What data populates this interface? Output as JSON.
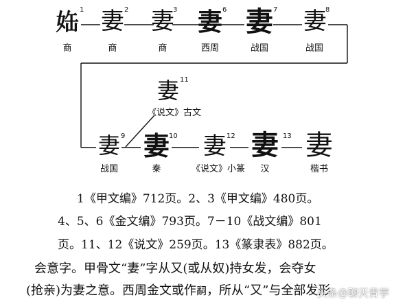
{
  "diagram": {
    "top_row": [
      {
        "num": "1",
        "glyph": "𡜊",
        "label": "商"
      },
      {
        "num": "2",
        "glyph": "妻",
        "label": "商"
      },
      {
        "num": "3",
        "glyph": "妻",
        "label": "商"
      },
      {
        "num": "6",
        "glyph": "妻",
        "label": "西周"
      },
      {
        "num": "7",
        "glyph": "妻",
        "label": "战国"
      },
      {
        "num": "8",
        "glyph": "妻",
        "label": "战国"
      }
    ],
    "middle": {
      "num": "11",
      "glyph": "妻",
      "label": "《说文》古文"
    },
    "bottom_row": [
      {
        "num": "9",
        "glyph": "妻",
        "label": "战国"
      },
      {
        "num": "10",
        "glyph": "妻",
        "label": "秦"
      },
      {
        "num": "12",
        "glyph": "妻",
        "label": "《说文》小篆"
      },
      {
        "num": "13",
        "glyph": "妻",
        "label": "汉"
      },
      {
        "num": "",
        "glyph": "妻",
        "label": "楷书"
      }
    ]
  },
  "notes": {
    "line1": "1《甲文编》712页。2、3《甲文编》480页。",
    "line2": "4、5、6《金文编》793页。7－10《战文编》801",
    "line3": "页。11、12《说文》259页。13《篆隶表》882页。",
    "line4": "会意字。甲骨文“妻”字从又(或从奴)持女发，会夺女",
    "line5_pre": "(抢亲)为妻之意。西周金文或作",
    "line5_inline_glyph": "𤔲",
    "line5_post": "，所从“又”与全部发形"
  },
  "watermark": "头条@聊天青学"
}
